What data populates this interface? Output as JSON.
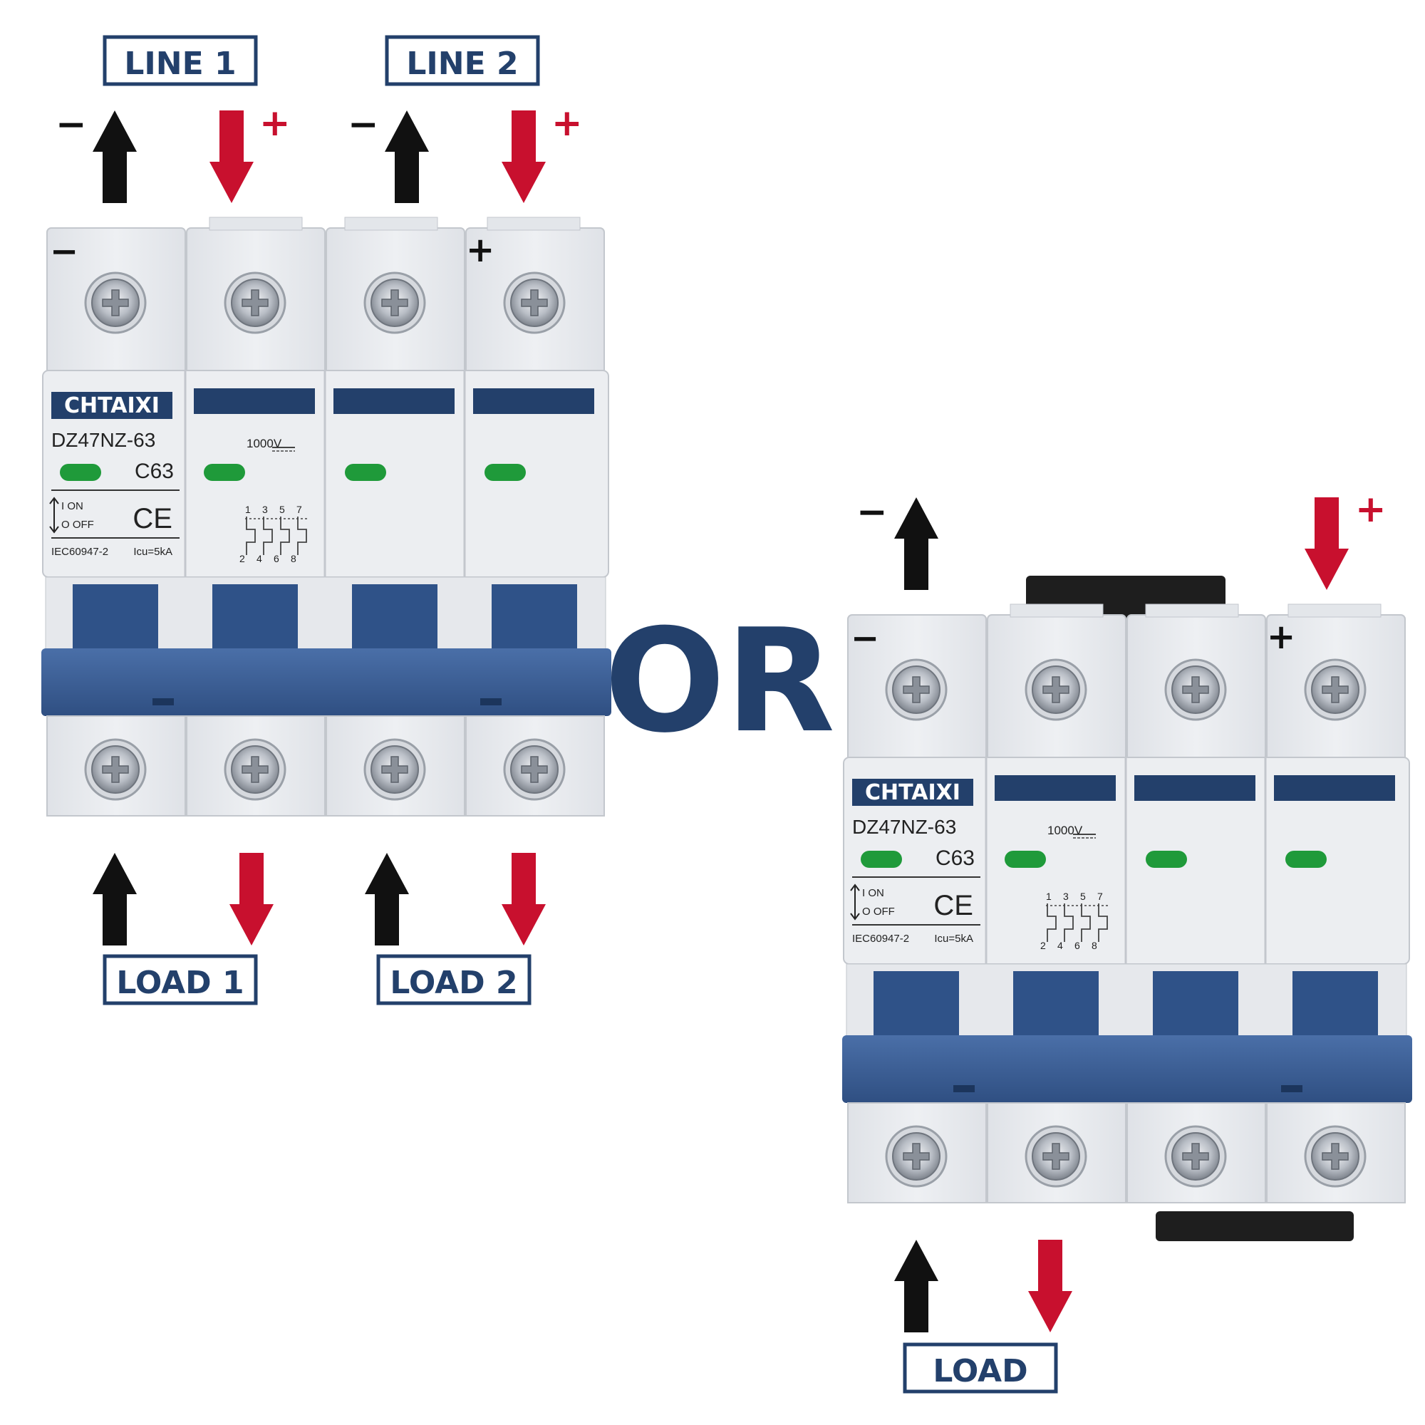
{
  "colors": {
    "navy": "#23406b",
    "blue": "#3b609a",
    "red": "#c8102e",
    "black": "#111111",
    "body": "#e9ebef",
    "led": "#1f9a3a"
  },
  "labels": {
    "line1": "LINE 1",
    "line2": "LINE 2",
    "load1": "LOAD 1",
    "load2": "LOAD 2",
    "load": "LOAD",
    "or": "OR",
    "minus": "−",
    "plus": "+"
  },
  "breaker": {
    "brand": "CHTAIXI",
    "model": "DZ47NZ-63",
    "rating": "C63",
    "voltage": "1000V",
    "on": "I ON",
    "off": "O OFF",
    "ce": "CE",
    "standard": "IEC60947-2",
    "icu": "Icu=5kA",
    "top_poles": [
      "1",
      "3",
      "5",
      "7"
    ],
    "bottom_poles": [
      "2",
      "4",
      "6",
      "8"
    ]
  }
}
